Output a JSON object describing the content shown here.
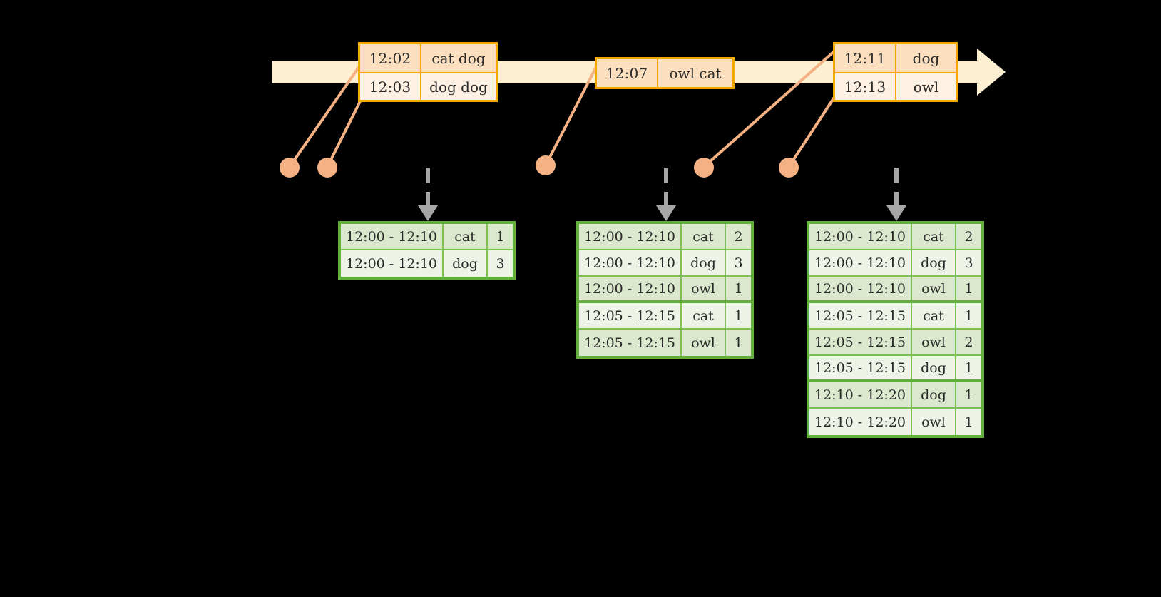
{
  "diagram": {
    "title": "streaming-window-aggregation",
    "colors": {
      "background": "#000000",
      "timeline_bar": "#FDF0D2",
      "timeline_border": "#F5A800",
      "event_shade": "#FBDFBE",
      "event_plain": "#FDF1E3",
      "connector": "#F4B183",
      "table_border": "#63AF3C",
      "table_grid": "#7CC04F",
      "row_shade": "#DCE8CD",
      "row_plain": "#EDF3E6",
      "arrow_gray": "#A6A6A6"
    }
  },
  "timeline": {
    "arrow_name": "timeline-arrow",
    "events": [
      {
        "id": "event-group-1",
        "rows": [
          {
            "time": "12:02",
            "payload": "cat dog"
          },
          {
            "time": "12:03",
            "payload": "dog dog"
          }
        ]
      },
      {
        "id": "event-group-2",
        "rows": [
          {
            "time": "12:07",
            "payload": "owl cat"
          }
        ]
      },
      {
        "id": "event-group-3",
        "rows": [
          {
            "time": "12:11",
            "payload": "dog"
          },
          {
            "time": "12:13",
            "payload": "owl"
          }
        ]
      }
    ]
  },
  "connectors": [
    {
      "name": "connector-dot-1"
    },
    {
      "name": "connector-dot-2"
    },
    {
      "name": "connector-dot-3"
    },
    {
      "name": "connector-dot-4"
    },
    {
      "name": "connector-dot-5"
    }
  ],
  "results": [
    {
      "id": "result-table-1",
      "rows": [
        {
          "window": "12:00 - 12:10",
          "key": "cat",
          "count": "1",
          "group": 0
        },
        {
          "window": "12:00 - 12:10",
          "key": "dog",
          "count": "3",
          "group": 0
        }
      ]
    },
    {
      "id": "result-table-2",
      "rows": [
        {
          "window": "12:00 - 12:10",
          "key": "cat",
          "count": "2",
          "group": 0
        },
        {
          "window": "12:00 - 12:10",
          "key": "dog",
          "count": "3",
          "group": 0
        },
        {
          "window": "12:00 - 12:10",
          "key": "owl",
          "count": "1",
          "group": 0
        },
        {
          "window": "12:05 - 12:15",
          "key": "cat",
          "count": "1",
          "group": 1
        },
        {
          "window": "12:05 - 12:15",
          "key": "owl",
          "count": "1",
          "group": 1
        }
      ]
    },
    {
      "id": "result-table-3",
      "rows": [
        {
          "window": "12:00 - 12:10",
          "key": "cat",
          "count": "2",
          "group": 0
        },
        {
          "window": "12:00 - 12:10",
          "key": "dog",
          "count": "3",
          "group": 0
        },
        {
          "window": "12:00 - 12:10",
          "key": "owl",
          "count": "1",
          "group": 0
        },
        {
          "window": "12:05 - 12:15",
          "key": "cat",
          "count": "1",
          "group": 1
        },
        {
          "window": "12:05 - 12:15",
          "key": "owl",
          "count": "2",
          "group": 1
        },
        {
          "window": "12:05 - 12:15",
          "key": "dog",
          "count": "1",
          "group": 1
        },
        {
          "window": "12:10 - 12:20",
          "key": "dog",
          "count": "1",
          "group": 2
        },
        {
          "window": "12:10 - 12:20",
          "key": "owl",
          "count": "1",
          "group": 2
        }
      ]
    }
  ]
}
